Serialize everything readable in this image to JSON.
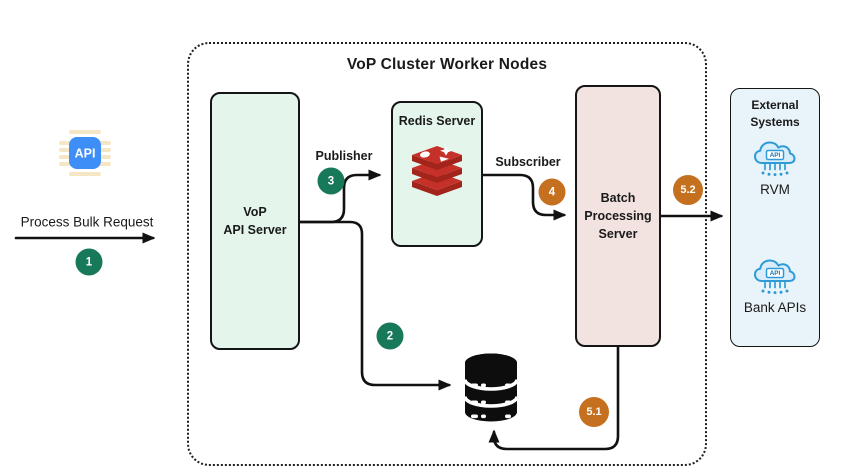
{
  "cluster": {
    "title": "VoP Cluster Worker Nodes"
  },
  "flow": {
    "request_label": "Process Bulk Request",
    "publisher_label": "Publisher",
    "subscriber_label": "Subscriber"
  },
  "badges": {
    "step1": {
      "label": "1",
      "color": "#17795A"
    },
    "step2": {
      "label": "2",
      "color": "#17795A"
    },
    "step3": {
      "label": "3",
      "color": "#17795A"
    },
    "step4": {
      "label": "4",
      "color": "#C4701F"
    },
    "step5_1": {
      "label": "5.1",
      "color": "#C4701F"
    },
    "step5_2": {
      "label": "5.2",
      "color": "#C4701F"
    }
  },
  "nodes": {
    "api_client": {
      "icon_label": "API",
      "chip_color": "#3E8EF7",
      "pin_color": "#F5E7C5"
    },
    "vop_api_server": {
      "line1": "VoP",
      "line2": "API Server",
      "fill": "#E4F5EC"
    },
    "redis_server": {
      "label": "Redis Server",
      "fill": "#E4F5EC",
      "logo_red": "#C53028",
      "logo_dark_red": "#A3241A"
    },
    "batch_server": {
      "line1": "Batch",
      "line2": "Processing",
      "line3": "Server",
      "fill": "#F2E3E1"
    },
    "database": {
      "icon": "database-cylinder-icon",
      "color": "#0d0d0d"
    },
    "external_systems": {
      "title_line1": "External",
      "title_line2": "Systems",
      "fill": "#E9F4FA",
      "cloud_color": "#2E9BD6",
      "items": [
        {
          "label": "RVM",
          "icon_label": "API"
        },
        {
          "label": "Bank APIs",
          "icon_label": "API"
        }
      ]
    }
  }
}
